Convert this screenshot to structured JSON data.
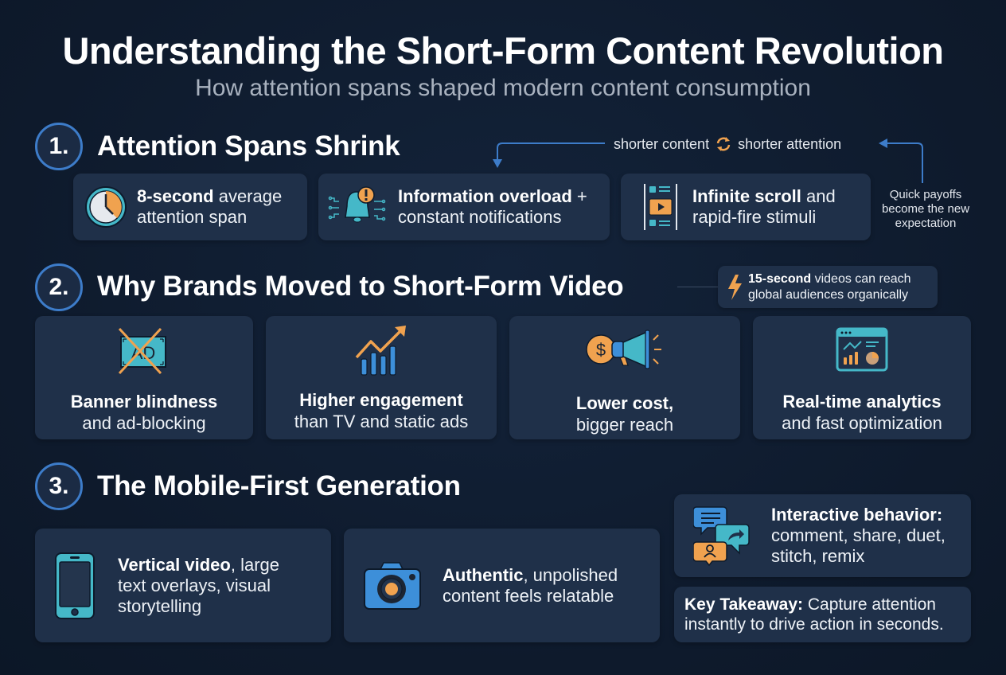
{
  "header": {
    "title": "Understanding the Short-Form Content Revolution",
    "subtitle": "How attention spans shaped modern content consumption"
  },
  "sections": [
    {
      "number": "1.",
      "title": "Attention Spans Shrink",
      "loop": {
        "left_text": "shorter content",
        "right_text": "shorter attention",
        "icon": "refresh-cycle-icon"
      },
      "side_note": {
        "line1": "Quick payoffs",
        "line2": "become the new",
        "line3": "expectation"
      },
      "cards": [
        {
          "icon": "clock-icon",
          "bold": "8-second",
          "rest_line1": " average",
          "line2": "attention span"
        },
        {
          "icon": "bell-alert-icon",
          "bold": "Information overload",
          "rest_line1": " +",
          "line2": "constant notifications"
        },
        {
          "icon": "scroll-feed-icon",
          "bold": "Infinite scroll",
          "rest_line1": " and",
          "line2": "rapid-fire stimuli"
        }
      ]
    },
    {
      "number": "2.",
      "title": "Why Brands Moved to Short-Form Video",
      "callout": {
        "icon": "lightning-icon",
        "bold": "15-second",
        "rest_line1": " videos can reach",
        "line2": "global audiences organically"
      },
      "cards": [
        {
          "icon": "ad-blocked-icon",
          "strong": "Banner blindness",
          "normal": "and ad-blocking"
        },
        {
          "icon": "growth-chart-icon",
          "strong": "Higher engagement",
          "normal": "than TV and static ads"
        },
        {
          "icon": "money-megaphone-icon",
          "strong": "Lower cost,",
          "normal": "bigger reach"
        },
        {
          "icon": "analytics-dashboard-icon",
          "strong": "Real-time analytics",
          "normal": "and fast optimization"
        }
      ]
    },
    {
      "number": "3.",
      "title": "The Mobile-First Generation",
      "cards": [
        {
          "icon": "smartphone-icon",
          "bold": "Vertical video",
          "rest_line1": ", large",
          "line2": "text overlays, visual",
          "line3": "storytelling"
        },
        {
          "icon": "camera-icon",
          "bold": "Authentic",
          "rest_line1": ", unpolished",
          "line2": "content feels relatable"
        },
        {
          "icon": "chat-share-icon",
          "bold": "Interactive behavior:",
          "line2": "comment, share, duet,",
          "line3": "stitch, remix"
        }
      ],
      "takeaway": {
        "bold": "Key Takeaway:",
        "rest_line1": " Capture attention",
        "line2": "instantly to drive action in seconds."
      }
    }
  ],
  "colors": {
    "background": "#0f1c30",
    "card": "#1f3049",
    "accent_blue": "#3d7cc9",
    "accent_orange": "#f0a24f",
    "accent_teal": "#45b8c8",
    "subtitle_gray": "#a9b2bf"
  }
}
